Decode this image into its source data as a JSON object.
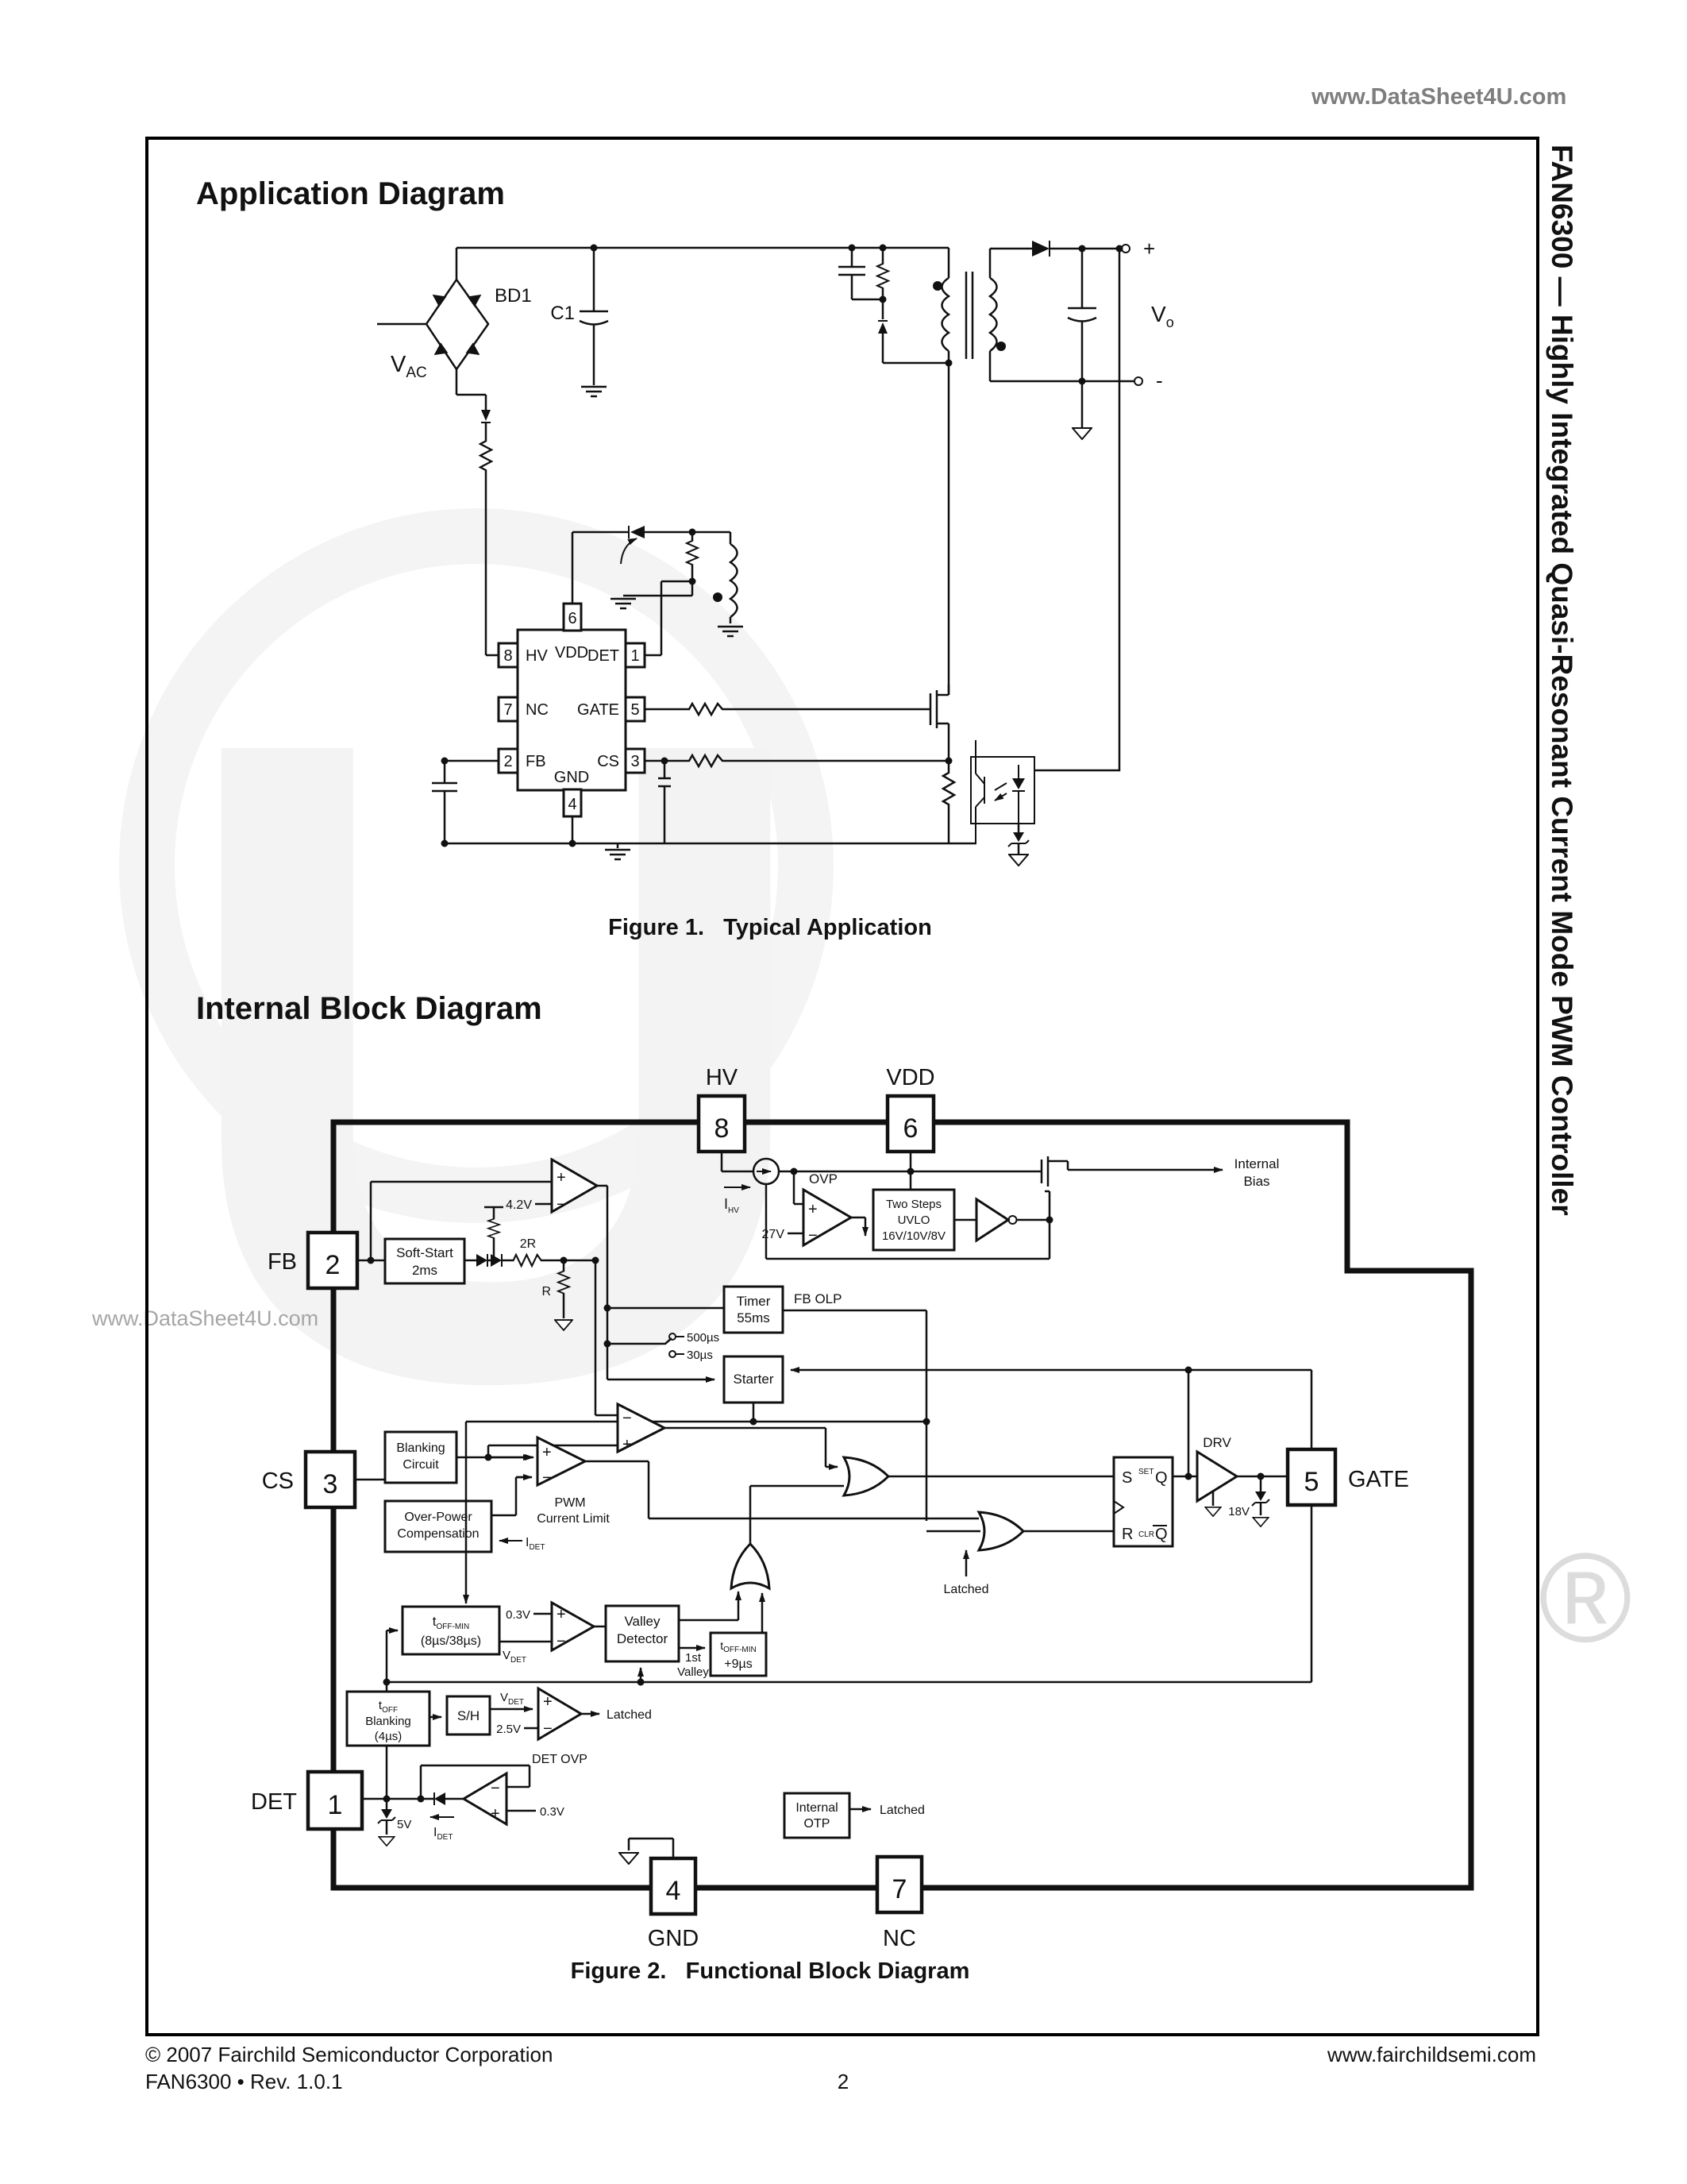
{
  "page": {
    "header_url": "www.DataSheet4U.com",
    "side_title": "FAN6300 — Highly Integrated Quasi-Resonant Current Mode PWM Controller",
    "watermark_url": "www.DataSheet4U.com",
    "watermark_symbol": "®",
    "watermark_letter": "U",
    "footer_copyright": "© 2007 Fairchild Semiconductor Corporation",
    "footer_revision": "FAN6300  •  Rev. 1.0.1",
    "footer_page": "2",
    "footer_site": "www.fairchildsemi.com"
  },
  "fig1": {
    "heading": "Application Diagram",
    "caption": "Figure 1.   Typical Application",
    "labels": {
      "bd1": "BD1",
      "c1": "C1",
      "v": "V",
      "ac": "AC",
      "vo_v": "V",
      "vo_o": "o",
      "plus": "+",
      "minus": "-"
    },
    "ic": {
      "hv": "HV",
      "vdd": "VDD",
      "det": "DET",
      "nc": "NC",
      "gate": "GATE",
      "fb": "FB",
      "cs": "CS",
      "gnd": "GND",
      "p1": "1",
      "p2": "2",
      "p3": "3",
      "p4": "4",
      "p5": "5",
      "p6": "6",
      "p7": "7",
      "p8": "8"
    }
  },
  "fig2": {
    "heading": "Internal Block Diagram",
    "caption": "Figure 2.   Functional Block Diagram",
    "pins": {
      "hv": "HV",
      "vdd": "VDD",
      "fb": "FB",
      "cs": "CS",
      "det": "DET",
      "gate": "GATE",
      "gnd": "GND",
      "nc": "NC",
      "p1": "1",
      "p2": "2",
      "p3": "3",
      "p4": "4",
      "p5": "5",
      "p6": "6",
      "p7": "7",
      "p8": "8"
    },
    "blocks": {
      "soft_start_1": "Soft-Start",
      "soft_start_2": "2ms",
      "timer_1": "Timer",
      "timer_2": "55ms",
      "starter": "Starter",
      "blanking_1": "Blanking",
      "blanking_2": "Circuit",
      "opc_1": "Over-Power",
      "opc_2": "Compensation",
      "uvlo_1": "Two Steps",
      "uvlo_2": "UVLO",
      "uvlo_3": "16V/10V/8V",
      "valley_1": "Valley",
      "valley_2": "Detector",
      "toffmin_t": "t",
      "toffmin_sub": "OFF-MIN",
      "toffmin_2": "(8µs/38µs)",
      "toffmin9_t": "t",
      "toffmin9_sub": "OFF-MIN",
      "toffmin9_2": "+9µs",
      "toffb_t": "t",
      "toffb_sub": "OFF",
      "toffb_2": "Blanking",
      "toffb_3": "(4µs)",
      "sh": "S/H",
      "otp_1": "Internal",
      "otp_2": "OTP"
    },
    "labels": {
      "i": "I",
      "ihv_sub": "HV",
      "ovp": "OVP",
      "v27": "27V",
      "latched": "Latched",
      "bias_1": "Internal",
      "bias_2": "Bias",
      "fb_olp": "FB OLP",
      "us500": "500µs",
      "us30": "30µs",
      "v42": "4.2V",
      "r2": "2R",
      "r": "R",
      "pwm_1": "PWM",
      "pwm_2": "Current Limit",
      "idet_sub": "DET",
      "v03": "0.3V",
      "vdet_v": "V",
      "vdet_sub": "DET",
      "valley1st_1": "1st",
      "valley1st_2": "Valley",
      "v25": "2.5V",
      "det_ovp": "DET OVP",
      "v5": "5V",
      "drv": "DRV",
      "v18": "18V",
      "s": "S",
      "set": "SET",
      "q": "Q",
      "rr": "R",
      "clr": "CLR",
      "qb": "Q",
      "plus": "+",
      "minus": "−"
    }
  }
}
